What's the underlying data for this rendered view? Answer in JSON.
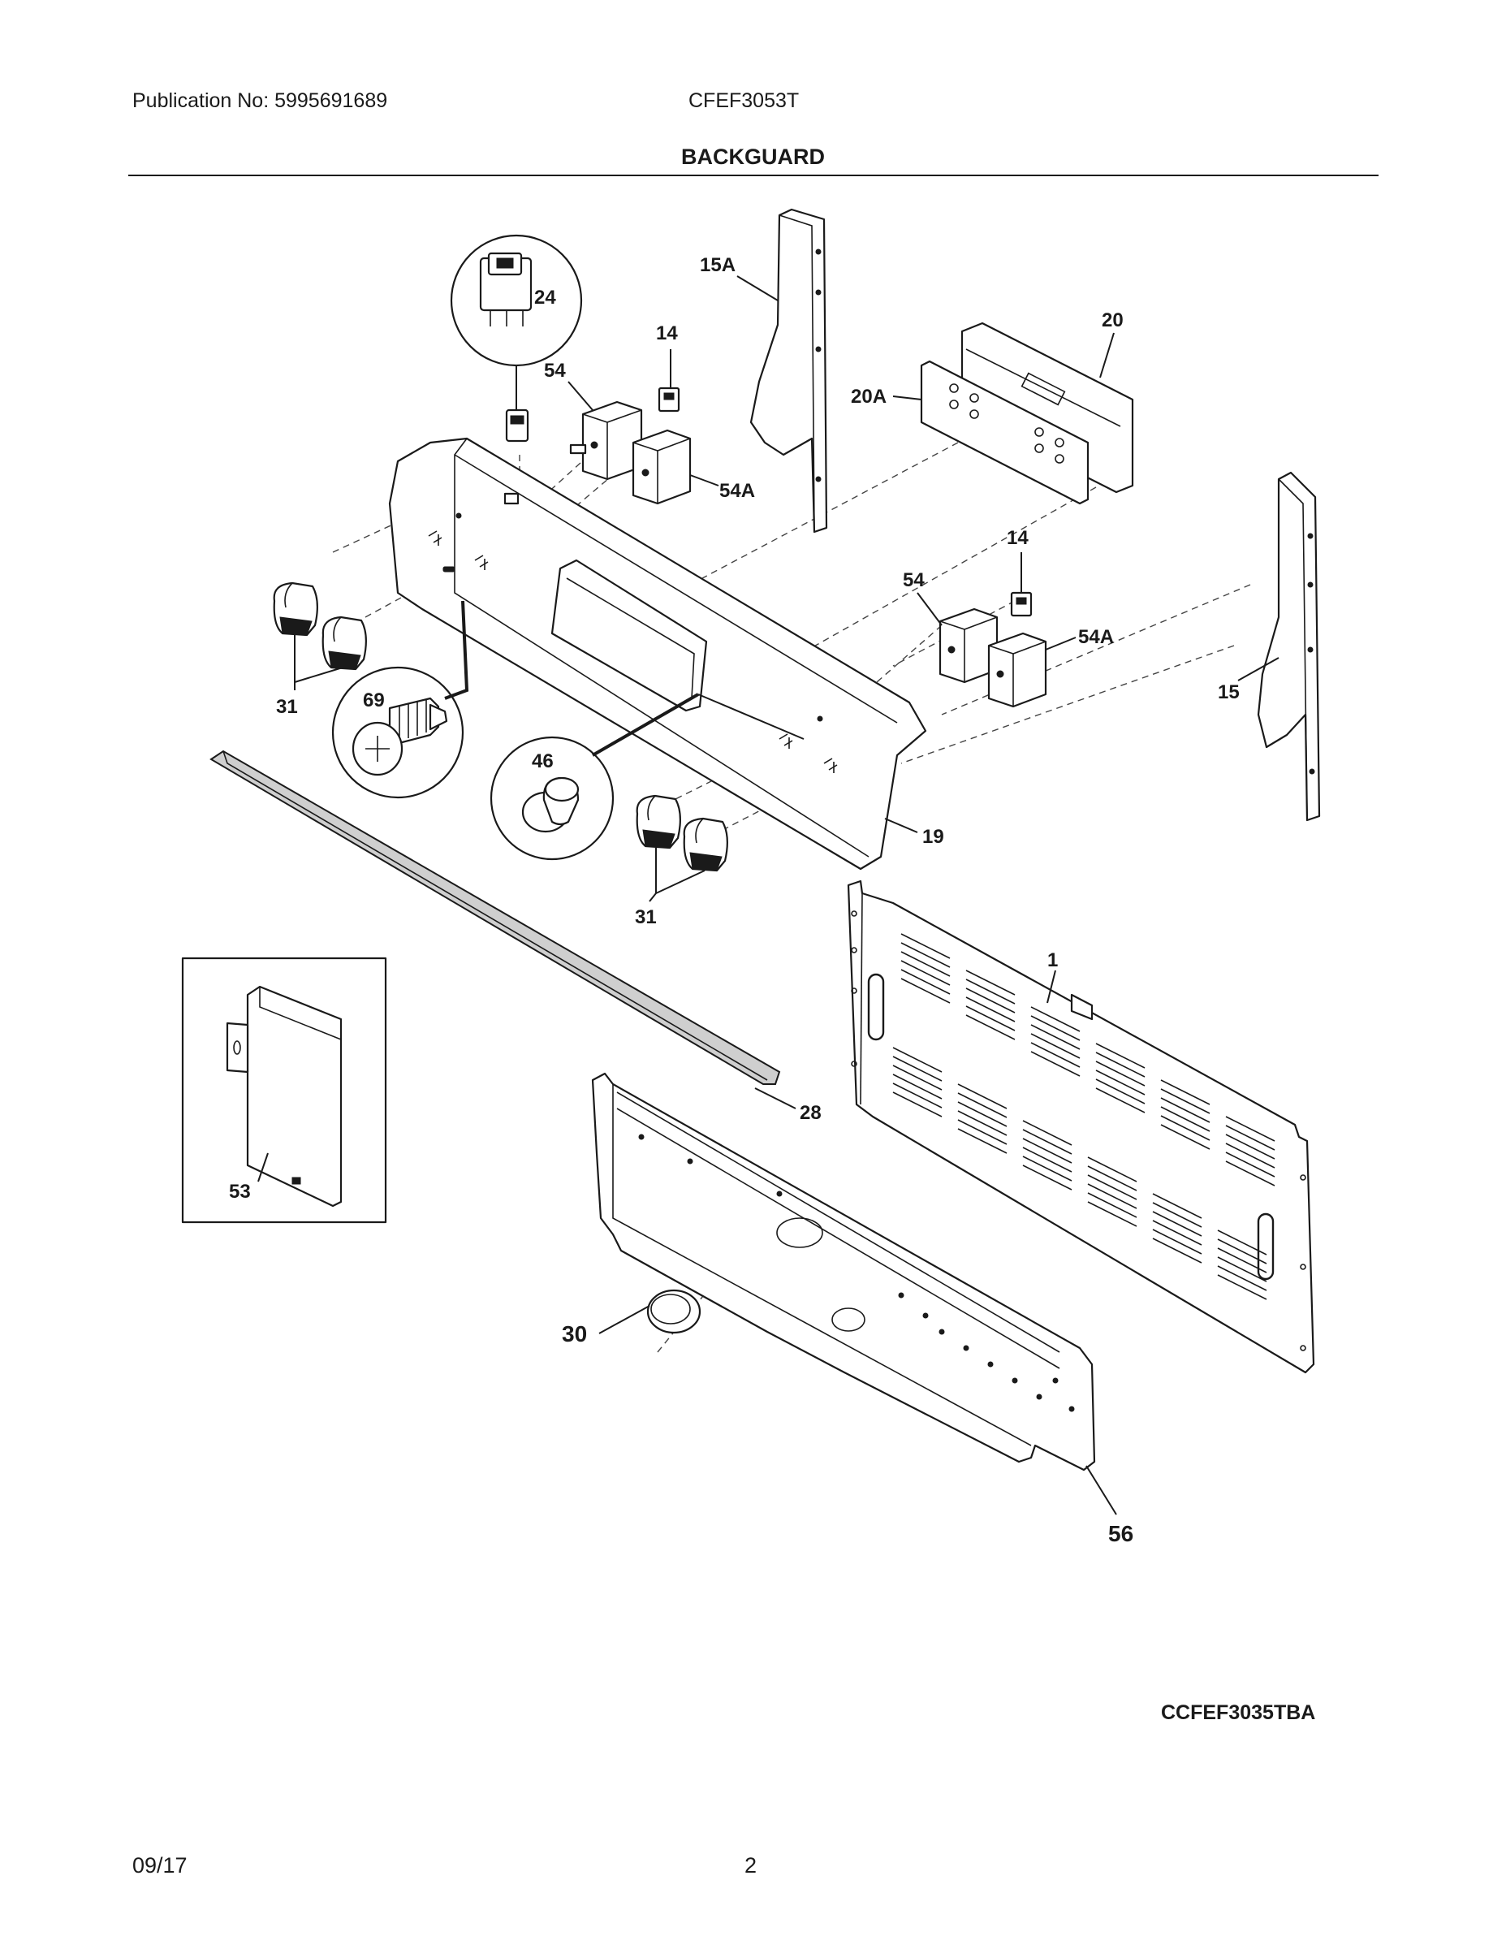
{
  "header": {
    "publication": "Publication No: 5995691689",
    "model": "CFEF3053T",
    "title": "BACKGUARD"
  },
  "footer": {
    "date": "09/17",
    "page": "2",
    "diagram_code": "CCFEF3035TBA"
  },
  "callouts": {
    "c1": "1",
    "c14a": "14",
    "c14b": "14",
    "c15": "15",
    "c15A": "15A",
    "c19": "19",
    "c20": "20",
    "c20A": "20A",
    "c24": "24",
    "c28": "28",
    "c30": "30",
    "c31a": "31",
    "c31b": "31",
    "c46": "46",
    "c53": "53",
    "c54a": "54",
    "c54b": "54",
    "c54Aa": "54A",
    "c54Ab": "54A",
    "c56": "56",
    "c69": "69"
  }
}
